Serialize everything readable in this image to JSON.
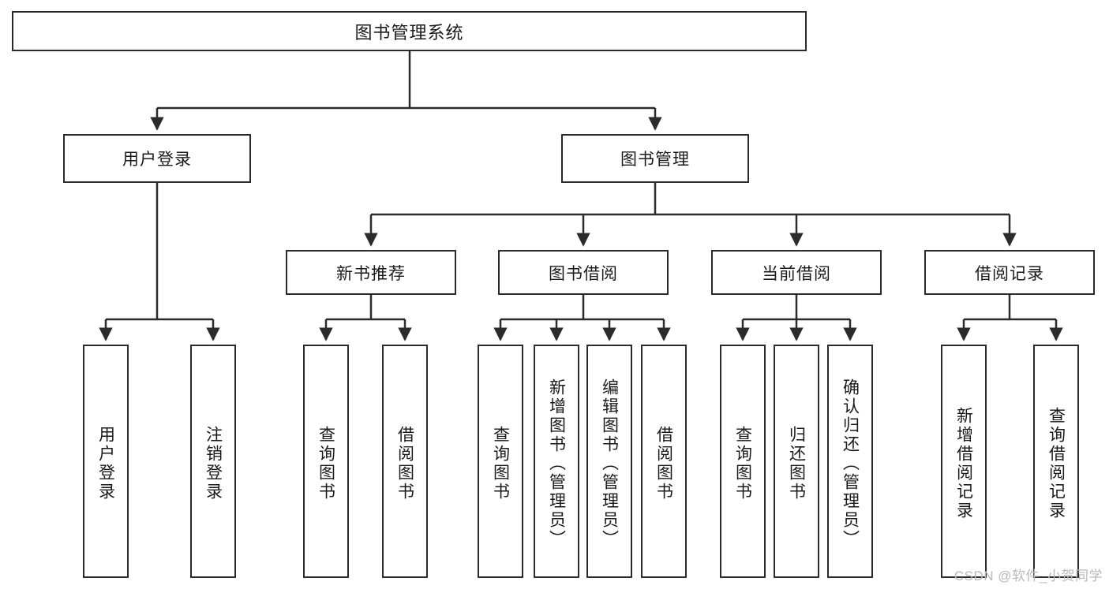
{
  "diagram": {
    "type": "tree-hierarchy",
    "title": "图书管理系统",
    "watermark": "CSDN @软件_小贺同学",
    "colors": {
      "stroke": "#2b2b2b",
      "fill": "#ffffff",
      "text": "#1a1a1a",
      "watermark": "#b9b9b9"
    },
    "levels": {
      "root": {
        "label": "图书管理系统"
      },
      "level2": [
        {
          "label": "用户登录"
        },
        {
          "label": "图书管理"
        }
      ],
      "level3": [
        {
          "label": "新书推荐"
        },
        {
          "label": "图书借阅"
        },
        {
          "label": "当前借阅"
        },
        {
          "label": "借阅记录"
        }
      ],
      "leaves": [
        {
          "label": "用户登录"
        },
        {
          "label": "注销登录"
        },
        {
          "label": "查询图书"
        },
        {
          "label": "借阅图书"
        },
        {
          "label": "查询图书"
        },
        {
          "label": "新增图书（管理员）"
        },
        {
          "label": "编辑图书（管理员）"
        },
        {
          "label": "借阅图书"
        },
        {
          "label": "查询图书"
        },
        {
          "label": "归还图书"
        },
        {
          "label": "确认归还（管理员）"
        },
        {
          "label": "新增借阅记录"
        },
        {
          "label": "查询借阅记录"
        }
      ]
    }
  }
}
